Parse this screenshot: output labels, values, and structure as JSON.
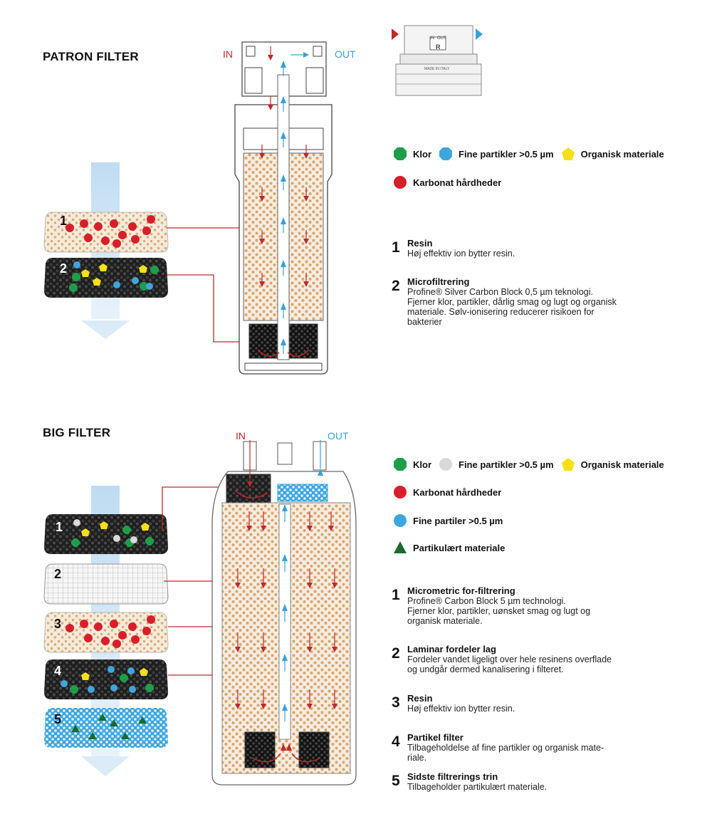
{
  "colors": {
    "flow_in": "#c0282d",
    "flow_out": "#3aa0d8",
    "resin_bg": "#f6ead8",
    "resin_dot": "#d7aa7c",
    "carbon": "#2a2a2a",
    "klor": "#1e9e4a",
    "fine": "#3ea6dc",
    "fine_grey": "#d9d9d9",
    "organisk": "#f7e017",
    "karbonat": "#d61f2a",
    "partikulaert": "#1b6b2f"
  },
  "patron": {
    "title": "PATRON FILTER",
    "in_label": "IN",
    "out_label": "OUT",
    "legend_row1": [
      {
        "icon": "green-octagon",
        "label": "Klor"
      },
      {
        "icon": "blue-octagon",
        "label": "Fine partikler >0.5 µm"
      },
      {
        "icon": "yellow-pentagon",
        "label": "Organisk materiale"
      }
    ],
    "legend_row2": [
      {
        "icon": "red-circle",
        "label": "Karbonat hårdheder"
      }
    ],
    "steps": [
      {
        "num": "1",
        "title": "Resin",
        "desc": "Høj effektiv ion bytter resin."
      },
      {
        "num": "2",
        "title": "Microfiltrering",
        "desc": "Profine® Silver Carbon Block 0,5 µm teknologi.\nFjerner klor, partikler, dårlig smag og lugt og organisk\nmateriale. Sølv-ionisering reducerer risikoen for\nbakterier"
      }
    ],
    "layers": [
      "1",
      "2"
    ]
  },
  "big": {
    "title": "BIG FILTER",
    "in_label": "IN",
    "out_label": "OUT",
    "legend_row1": [
      {
        "icon": "green-octagon",
        "label": "Klor"
      },
      {
        "icon": "grey-circle",
        "label": "Fine partikler >0.5 µm"
      },
      {
        "icon": "yellow-pentagon",
        "label": "Organisk materiale"
      }
    ],
    "legend_row2": [
      {
        "icon": "red-circle",
        "label": "Karbonat hårdheder"
      }
    ],
    "legend_row3": [
      {
        "icon": "blue-circle",
        "label": "Fine partiler >0.5 µm"
      }
    ],
    "legend_row4": [
      {
        "icon": "green-triangle",
        "label": "Partikulært materiale"
      }
    ],
    "steps": [
      {
        "num": "1",
        "title": "Micrometric for-filtrering",
        "desc": "Profine® Carbon Block 5 µm technologi.\nFjerner klor, partikler, uønsket smag og lugt og\norganisk materiale."
      },
      {
        "num": "2",
        "title": "Laminar fordeler lag",
        "desc": "Fordeler vandet ligeligt over hele resinens overflade\nog undgår dermed kanalisering i filteret."
      },
      {
        "num": "3",
        "title": "Resin",
        "desc": "Høj effektiv ion bytter resin."
      },
      {
        "num": "4",
        "title": "Partikel filter",
        "desc": "Tilbageholdelse af fine partikler og organisk mate-\nriale."
      },
      {
        "num": "5",
        "title": "Sidste filtrerings trin",
        "desc": "Tilbageholder partikulært materiale."
      }
    ],
    "layers": [
      "1",
      "2",
      "3",
      "4",
      "5"
    ]
  },
  "head_text": {
    "in": "IN",
    "out": "OUT",
    "brand": "R",
    "made": "MADE IN ITALY"
  }
}
